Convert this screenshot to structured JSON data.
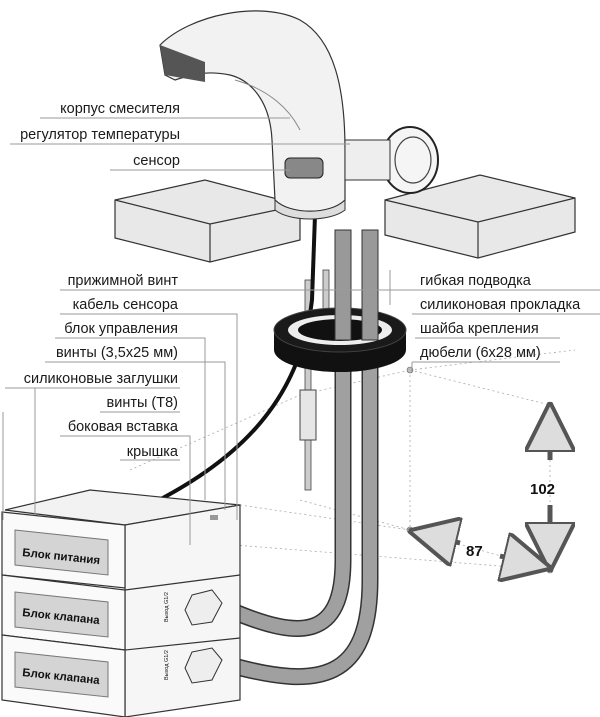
{
  "labels_top": [
    "корпус смесителя",
    "регулятор температуры",
    "сенсор"
  ],
  "labels_left": [
    "прижимной винт",
    "кабель сенсора",
    "блок управления",
    "винты (3,5x25 мм)",
    "силиконовые заглушки",
    "винты (Т8)",
    "боковая вставка",
    "крышка"
  ],
  "labels_right": [
    "гибкая подводка",
    "силиконовая прокладка",
    "шайба крепления",
    "дюбели (6x28 мм)"
  ],
  "dimensions": {
    "vertical": "102",
    "horizontal": "87"
  },
  "modules": [
    {
      "name": "Блок питания"
    },
    {
      "name": "Блок клапана",
      "outlet": "Выход G1/2"
    },
    {
      "name": "Блок клапана",
      "outlet": "Выход G1/2"
    }
  ],
  "colors": {
    "line": "#333333",
    "hose": "#9e9e9e",
    "panel": "#d4d4d4",
    "cable": "#111111"
  }
}
